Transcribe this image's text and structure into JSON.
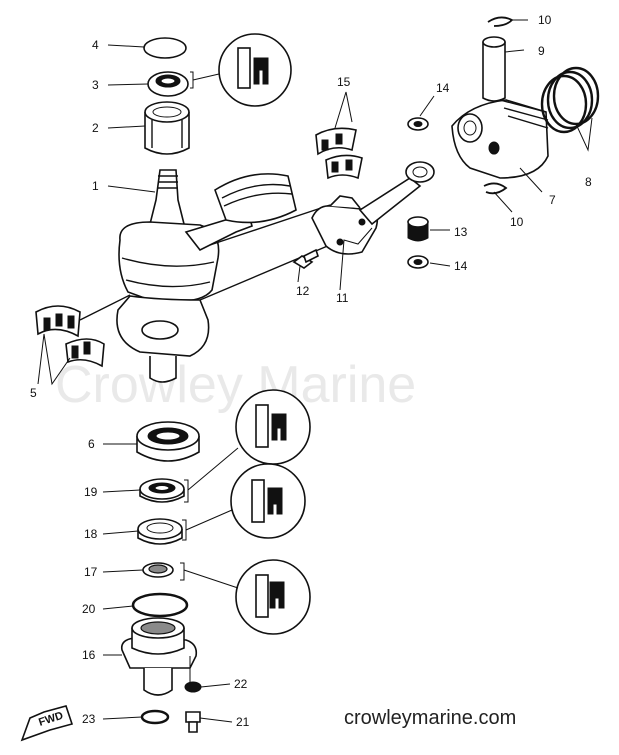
{
  "watermark": "Crowley Marine",
  "site_url": "crowleymarine.com",
  "fwd_label": "FWD",
  "callouts": [
    {
      "id": "c4",
      "label": "4"
    },
    {
      "id": "c3",
      "label": "3"
    },
    {
      "id": "c2",
      "label": "2"
    },
    {
      "id": "c1",
      "label": "1"
    },
    {
      "id": "c5",
      "label": "5"
    },
    {
      "id": "c6",
      "label": "6"
    },
    {
      "id": "c19",
      "label": "19"
    },
    {
      "id": "c18",
      "label": "18"
    },
    {
      "id": "c17",
      "label": "17"
    },
    {
      "id": "c20",
      "label": "20"
    },
    {
      "id": "c16",
      "label": "16"
    },
    {
      "id": "c23",
      "label": "23"
    },
    {
      "id": "c22",
      "label": "22"
    },
    {
      "id": "c21",
      "label": "21"
    },
    {
      "id": "c15",
      "label": "15"
    },
    {
      "id": "c14a",
      "label": "14"
    },
    {
      "id": "c10a",
      "label": "10"
    },
    {
      "id": "c9",
      "label": "9"
    },
    {
      "id": "c8",
      "label": "8"
    },
    {
      "id": "c7",
      "label": "7"
    },
    {
      "id": "c10b",
      "label": "10"
    },
    {
      "id": "c13",
      "label": "13"
    },
    {
      "id": "c14b",
      "label": "14"
    },
    {
      "id": "c12",
      "label": "12"
    },
    {
      "id": "c11",
      "label": "11"
    }
  ]
}
